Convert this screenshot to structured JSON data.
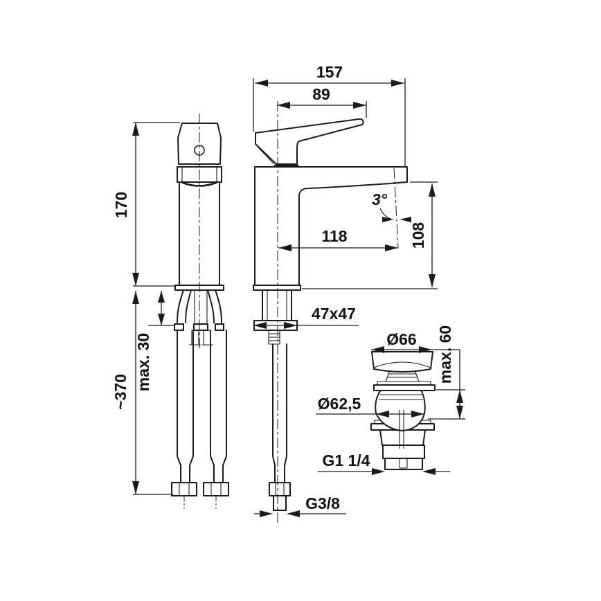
{
  "drawing": {
    "type": "faucet technical drawing",
    "dimensions": {
      "side": {
        "body_height": "170",
        "supply_hose_length": "~370",
        "deck_thickness": "max. 30"
      },
      "front": {
        "overall_depth": "157",
        "handle_length": "89",
        "spout_reach": "118",
        "outlet_height": "108",
        "stream_angle": "3°",
        "base_section": "47x47",
        "supply_thread": "G3/8"
      },
      "waste": {
        "cap_diameter": "Ø66",
        "height": "max. 60",
        "body_diameter": "Ø62,5",
        "outlet_thread": "G1 1/4"
      }
    }
  }
}
